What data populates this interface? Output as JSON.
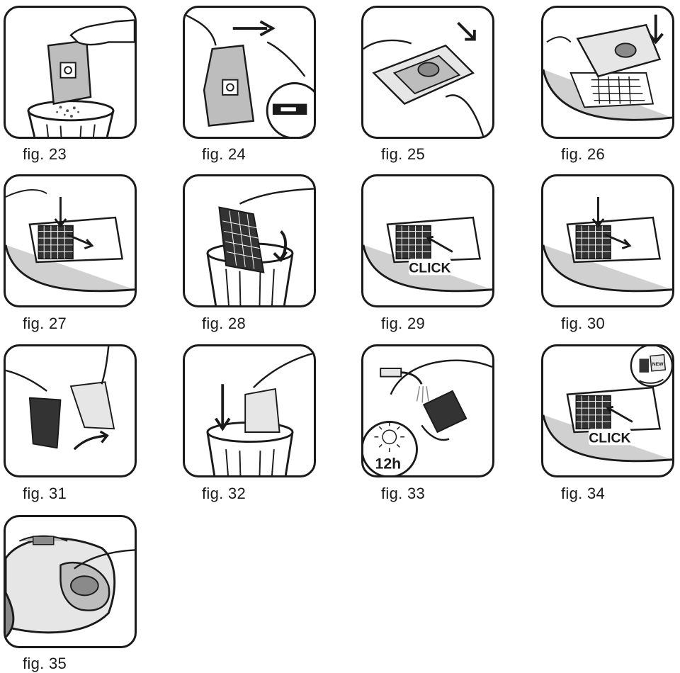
{
  "figures": [
    {
      "label": "fig. 23",
      "icon": "bag-emptying-icon"
    },
    {
      "label": "fig. 24",
      "icon": "bag-sealing-icon"
    },
    {
      "label": "fig. 25",
      "icon": "bag-holder-removal-icon"
    },
    {
      "label": "fig. 26",
      "icon": "bag-holder-insert-icon"
    },
    {
      "label": "fig. 27",
      "icon": "filter-removal-icon"
    },
    {
      "label": "fig. 28",
      "icon": "filter-disposal-icon"
    },
    {
      "label": "fig. 29",
      "icon": "filter-insert-icon",
      "badge": "CLICK"
    },
    {
      "label": "fig. 30",
      "icon": "filter-remove-icon"
    },
    {
      "label": "fig. 31",
      "icon": "filter-foam-separate-icon"
    },
    {
      "label": "fig. 32",
      "icon": "filter-sheet-disposal-icon"
    },
    {
      "label": "fig. 33",
      "icon": "filter-wash-icon",
      "badge": "12h"
    },
    {
      "label": "fig. 34",
      "icon": "new-filter-insert-icon",
      "badge": "CLICK",
      "tag": "NEW"
    },
    {
      "label": "fig. 35",
      "icon": "lid-close-icon"
    }
  ]
}
